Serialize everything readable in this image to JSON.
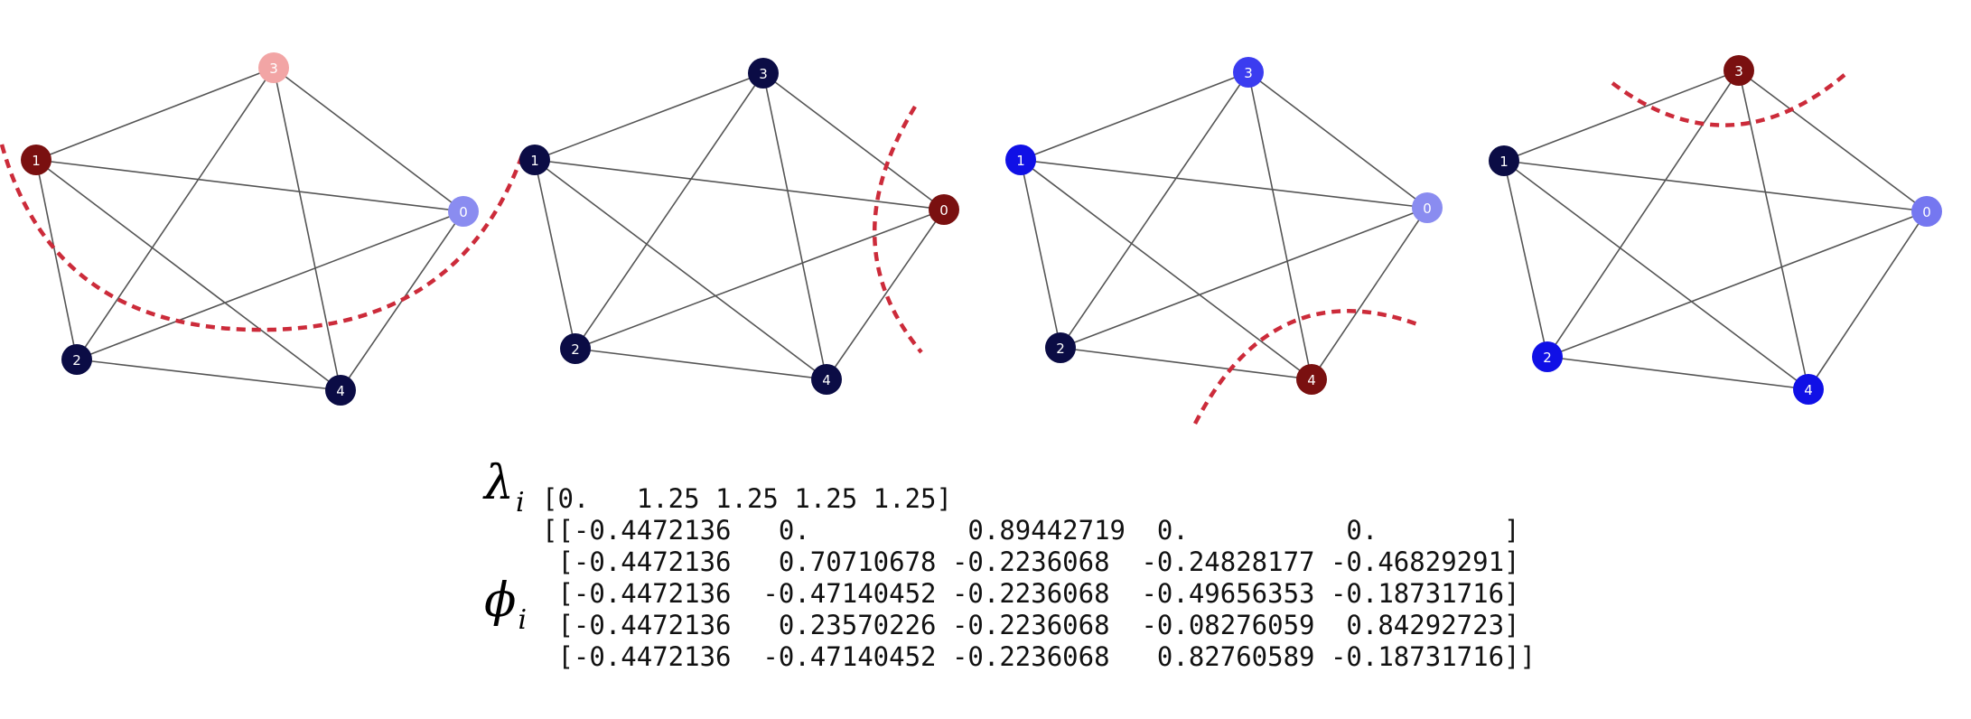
{
  "colors": {
    "dark_navy": "#0b0c45",
    "dark_red": "#7a1010",
    "light_pink": "#f2a5a5",
    "light_blue": "#8a8cf0",
    "bright_blue": "#3b3cf0",
    "pure_blue": "#1010e6",
    "mid_blue": "#7577f0",
    "cut_red": "#cc2b3a",
    "edge_gray": "#555555"
  },
  "node_labels": [
    "0",
    "1",
    "2",
    "3",
    "4"
  ],
  "graphs": [
    {
      "node_colors": [
        "light_blue",
        "dark_red",
        "dark_navy",
        "light_pink",
        "dark_navy"
      ]
    },
    {
      "node_colors": [
        "dark_red",
        "dark_navy",
        "dark_navy",
        "dark_navy",
        "dark_navy"
      ]
    },
    {
      "node_colors": [
        "light_blue",
        "pure_blue",
        "dark_navy",
        "bright_blue",
        "dark_red"
      ]
    },
    {
      "node_colors": [
        "mid_blue",
        "dark_navy",
        "pure_blue",
        "dark_red",
        "pure_blue"
      ]
    }
  ],
  "lambda": {
    "symbol": "λ",
    "subscript": "i",
    "text": "[0.   1.25 1.25 1.25 1.25]"
  },
  "phi": {
    "symbol": "ϕ",
    "subscript": "i",
    "text": "[[-0.4472136   0.          0.89442719  0.          0.        ]\n [-0.4472136   0.70710678 -0.2236068  -0.24828177 -0.46829291]\n [-0.4472136  -0.47140452 -0.2236068  -0.49656353 -0.18731716]\n [-0.4472136   0.23570226 -0.2236068  -0.08276059  0.84292723]\n [-0.4472136  -0.47140452 -0.2236068   0.82760589 -0.18731716]]"
  }
}
